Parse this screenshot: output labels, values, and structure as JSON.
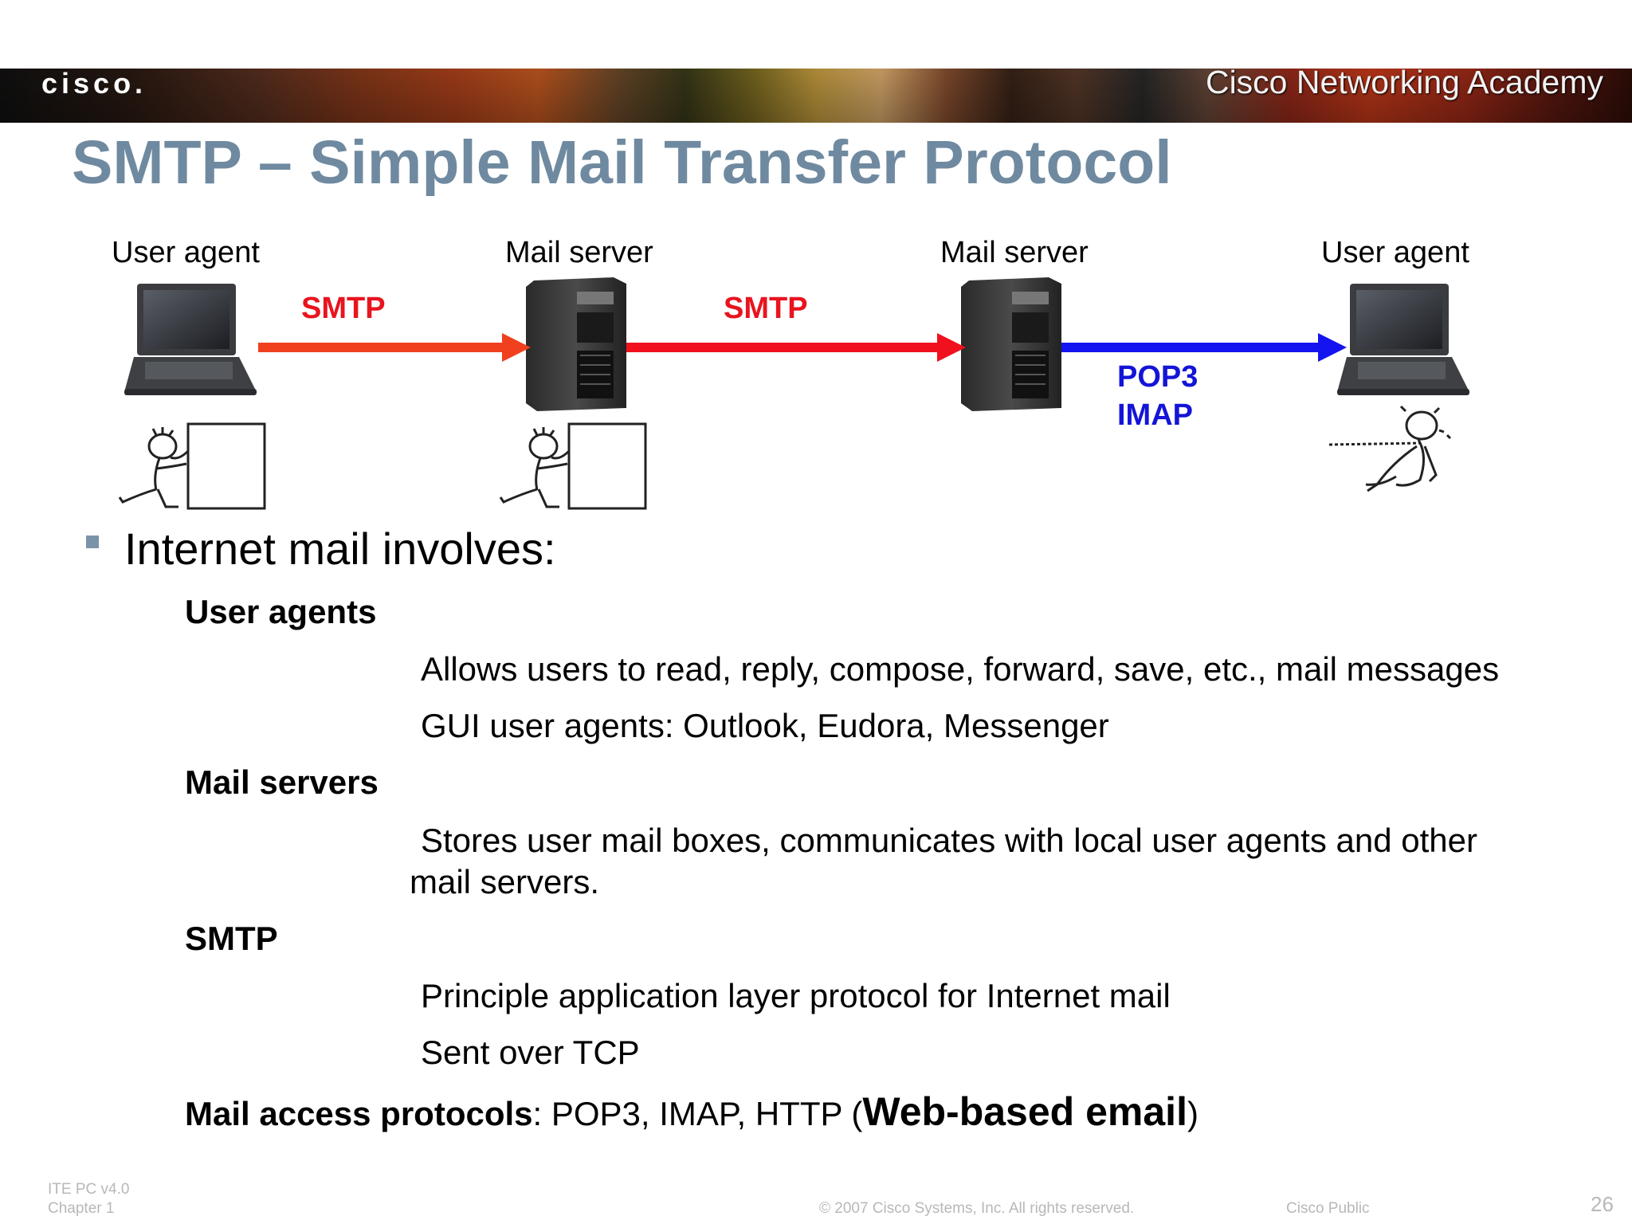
{
  "header": {
    "logo": "cisco.",
    "academy": "Cisco Networking Academy"
  },
  "slide": {
    "title": "SMTP – Simple Mail Transfer Protocol"
  },
  "diagram": {
    "nodes": [
      {
        "label": "User agent"
      },
      {
        "label": "Mail server"
      },
      {
        "label": "Mail server"
      },
      {
        "label": "User agent"
      }
    ],
    "edges": [
      {
        "protocol": "SMTP",
        "color": "#e8141e"
      },
      {
        "protocol": "SMTP",
        "color": "#e8141e"
      },
      {
        "protocol_line1": "POP3",
        "protocol_line2": "IMAP",
        "color": "#1414d8"
      }
    ]
  },
  "content": {
    "bullet": "Internet mail involves:",
    "sections": [
      {
        "term": "User agents",
        "lines": [
          "Allows users to read, reply, compose, forward, save, etc., mail messages",
          "GUI user agents: Outlook, Eudora, Messenger"
        ]
      },
      {
        "term": "Mail servers",
        "lines": [
          "Stores user mail boxes, communicates with local user agents and other",
          "mail servers."
        ]
      },
      {
        "term": "SMTP",
        "lines": [
          "Principle application layer protocol for Internet mail",
          "Sent over TCP"
        ]
      }
    ],
    "access": {
      "term": "Mail access protocols",
      "sep": ":",
      "list": " POP3, IMAP, HTTP (",
      "emphasis": "Web-based email",
      "close": ")"
    }
  },
  "footer": {
    "course": "ITE PC v4.0",
    "chapter": "Chapter 1",
    "copyright": "© 2007 Cisco Systems, Inc. All rights reserved.",
    "classification": "Cisco Public",
    "page": "26"
  }
}
